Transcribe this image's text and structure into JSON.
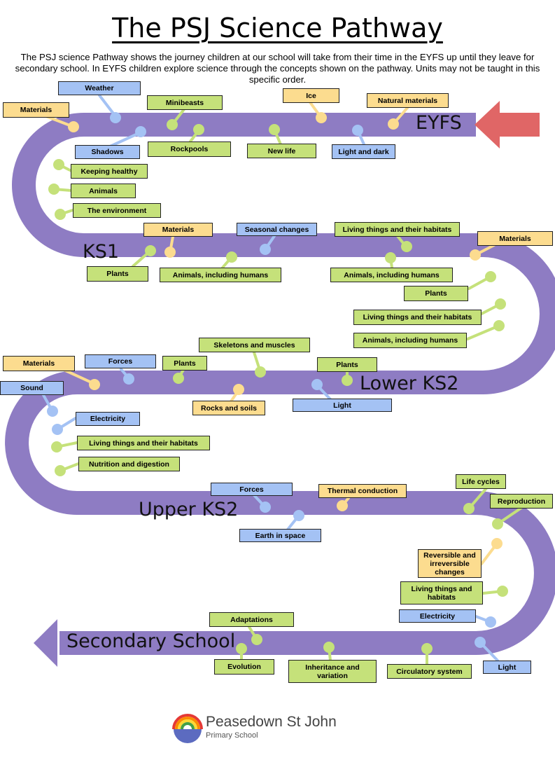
{
  "title": "The PSJ Science Pathway",
  "intro": "The PSJ science Pathway shows the journey children at our school will take from their time in the EYFS up until they leave for secondary school. In EYFS children explore science through the concepts shown on the pathway. Units may not be taught in this specific order.",
  "colors": {
    "path": "#8e7cc3",
    "arrow": "#e06666",
    "green": "#c5e17a",
    "orange": "#fcdc8f",
    "blue": "#a4c2f4"
  },
  "stages": {
    "eyfs": "EYFS",
    "ks1": "KS1",
    "lower_ks2": "Lower KS2",
    "upper_ks2": "Upper KS2",
    "secondary": "Secondary School"
  },
  "topics": {
    "eyfs": {
      "weather": "Weather",
      "materials": "Materials",
      "minibeasts": "Minibeasts",
      "ice": "Ice",
      "natural_materials": "Natural materials",
      "shadows": "Shadows",
      "rockpools": "Rockpools",
      "new_life": "New life",
      "light_and_dark": "Light and dark",
      "keeping_healthy": "Keeping healthy",
      "animals": "Animals",
      "the_environment": "The environment"
    },
    "ks1": {
      "materials": "Materials",
      "seasonal_changes": "Seasonal changes",
      "living_things": "Living things and their habitats",
      "plants": "Plants",
      "animals_humans_1": "Animals, including humans",
      "animals_humans_2": "Animals, including humans",
      "materials_2": "Materials",
      "plants_2": "Plants",
      "living_things_2": "Living things and their habitats",
      "animals_humans_3": "Animals, including humans"
    },
    "lower_ks2": {
      "skeletons": "Skeletons and muscles",
      "materials": "Materials",
      "forces": "Forces",
      "plants": "Plants",
      "plants_2": "Plants",
      "sound": "Sound",
      "rocks_and_soils": "Rocks and soils",
      "light": "Light",
      "electricity": "Electricity",
      "living_things": "Living things and their habitats",
      "nutrition": "Nutrition and digestion"
    },
    "upper_ks2": {
      "forces": "Forces",
      "thermal_conduction": "Thermal conduction",
      "life_cycles": "Life cycles",
      "reproduction": "Reproduction",
      "earth_in_space": "Earth in space",
      "reversible_changes": "Reversible and irreversible changes",
      "living_things": "Living things and habitats",
      "electricity": "Electricity",
      "adaptations": "Adaptations",
      "evolution": "Evolution",
      "inheritance": "Inheritance and variation",
      "circulatory_system": "Circulatory system",
      "light": "Light"
    }
  },
  "logo": {
    "name": "Peasedown St John",
    "subtitle": "Primary School"
  }
}
